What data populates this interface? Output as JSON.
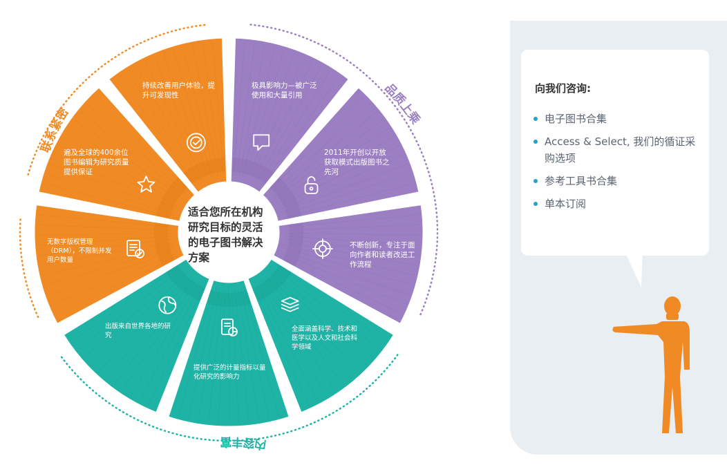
{
  "categories": [
    {
      "label": "联系紧密",
      "color": "#f08a24"
    },
    {
      "label": "品质上乘",
      "color": "#9b7fc2"
    },
    {
      "label": "内容丰富",
      "color": "#1fb3a5"
    }
  ],
  "center_title": "适合您所在机构研究目标的灵活的电子图书解决方案",
  "segments": [
    {
      "text": "持续改善用户体验，提升可发现性",
      "icon": "badge-check-icon"
    },
    {
      "text": "极具影响力—被广泛使用和大量引用",
      "icon": "speech-bubble-icon"
    },
    {
      "text": "2011年开创以开放获取模式出版图书之先河",
      "icon": "open-lock-icon"
    },
    {
      "text": "不断创新，专注于面向作者和读者改进工作流程",
      "icon": "target-icon"
    },
    {
      "text": "全面涵盖科学、技术和医学以及人文和社会科学领域",
      "icon": "stacked-books-icon"
    },
    {
      "text": "提供广泛的计量指标以量化研究的影响力",
      "icon": "report-chart-icon"
    },
    {
      "text": "出版来自世界各地的研究",
      "icon": "globe-icon"
    },
    {
      "text": "无数字版权管理（DRM），不限制并发用户数量",
      "icon": "document-check-icon"
    },
    {
      "text": "遍及全球的400余位图书编辑为研究质量提供保证",
      "icon": "star-icon"
    }
  ],
  "contact": {
    "title": "向我们咨询:",
    "items": [
      "电子图书合集",
      "Access & Select, 我们的循证采购选项",
      "参考工具书合集",
      "单本订阅"
    ]
  }
}
